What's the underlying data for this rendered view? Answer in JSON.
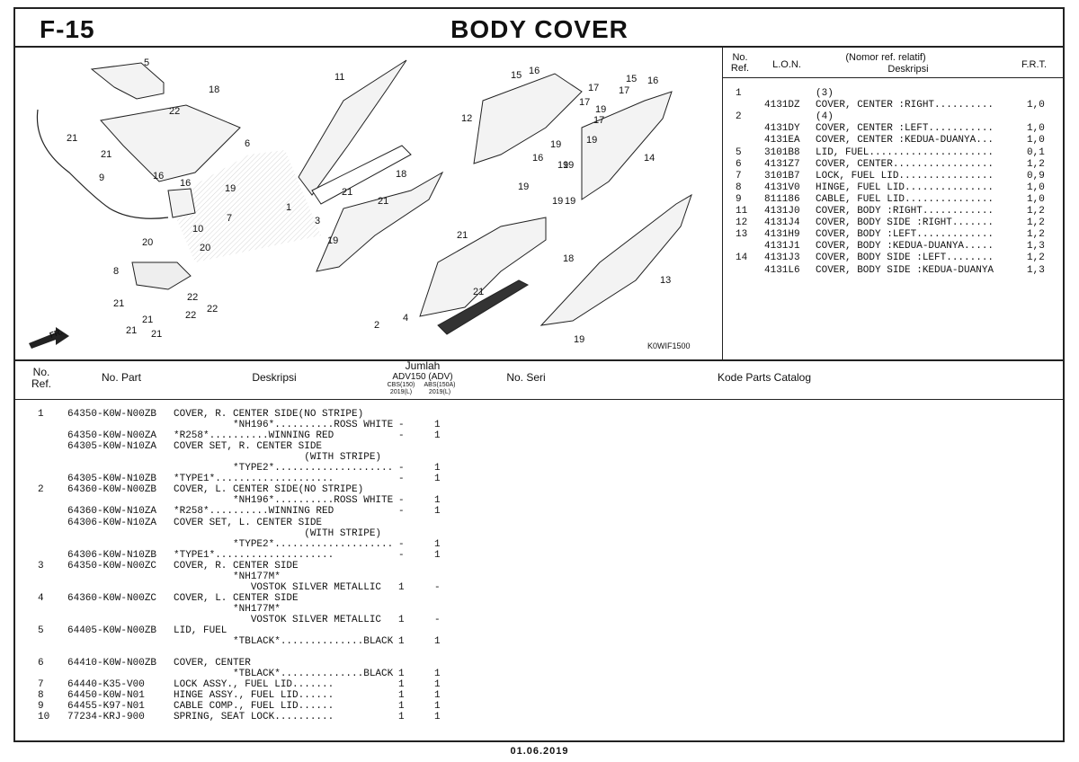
{
  "header": {
    "code": "F-15",
    "title": "BODY COVER"
  },
  "diagram": {
    "code": "K0WIF1500",
    "fr_label": "FR.",
    "callouts": [
      "5",
      "18",
      "22",
      "21",
      "6",
      "21",
      "16",
      "16",
      "19",
      "9",
      "7",
      "10",
      "20",
      "20",
      "8",
      "21",
      "21",
      "22",
      "22",
      "22",
      "21",
      "21",
      "11",
      "1",
      "3",
      "19",
      "18",
      "21",
      "21",
      "2",
      "4",
      "15",
      "16",
      "17",
      "17",
      "12",
      "19",
      "19",
      "16",
      "19",
      "19",
      "18",
      "21",
      "21",
      "15",
      "16",
      "17",
      "19",
      "17",
      "14",
      "19",
      "19",
      "19",
      "13",
      "19"
    ]
  },
  "lon_table": {
    "headers": {
      "no_ref": "No. Ref.",
      "lon": "L.O.N.",
      "desc_top": "(Nomor ref. relatif)",
      "desc": "Deskripsi",
      "frt": "F.R.T."
    },
    "rows": [
      {
        "ref": "1",
        "lon": "",
        "desc": "(3)",
        "frt": ""
      },
      {
        "ref": "",
        "lon": "4131DZ",
        "desc": "COVER, CENTER :RIGHT..........",
        "frt": "1,0"
      },
      {
        "ref": "2",
        "lon": "",
        "desc": "(4)",
        "frt": ""
      },
      {
        "ref": "",
        "lon": "4131DY",
        "desc": "COVER, CENTER :LEFT...........",
        "frt": "1,0"
      },
      {
        "ref": "",
        "lon": "4131EA",
        "desc": "COVER, CENTER :KEDUA-DUANYA...",
        "frt": "1,0"
      },
      {
        "ref": "5",
        "lon": "3101B8",
        "desc": "LID, FUEL.....................",
        "frt": "0,1"
      },
      {
        "ref": "6",
        "lon": "4131Z7",
        "desc": "COVER, CENTER.................",
        "frt": "1,2"
      },
      {
        "ref": "7",
        "lon": "3101B7",
        "desc": "LOCK, FUEL LID................",
        "frt": "0,9"
      },
      {
        "ref": "8",
        "lon": "4131V0",
        "desc": "HINGE, FUEL LID...............",
        "frt": "1,0"
      },
      {
        "ref": "9",
        "lon": "811186",
        "desc": "CABLE, FUEL LID...............",
        "frt": "1,0"
      },
      {
        "ref": "11",
        "lon": "4131J0",
        "desc": "COVER, BODY :RIGHT............",
        "frt": "1,2"
      },
      {
        "ref": "12",
        "lon": "4131J4",
        "desc": "COVER, BODY SIDE :RIGHT.......",
        "frt": "1,2"
      },
      {
        "ref": "13",
        "lon": "4131H9",
        "desc": "COVER, BODY :LEFT.............",
        "frt": "1,2"
      },
      {
        "ref": "",
        "lon": "4131J1",
        "desc": "COVER, BODY :KEDUA-DUANYA.....",
        "frt": "1,3"
      },
      {
        "ref": "14",
        "lon": "4131J3",
        "desc": "COVER, BODY SIDE :LEFT........",
        "frt": "1,2"
      },
      {
        "ref": "",
        "lon": "4131L6",
        "desc": "COVER, BODY SIDE :KEDUA-DUANYA",
        "frt": "1,3"
      }
    ]
  },
  "parts_table": {
    "headers": {
      "no_ref": "No. Ref.",
      "no_part": "No. Part",
      "desc": "Deskripsi",
      "jumlah": "Jumlah",
      "adv": "ADV150 (ADV)",
      "col_a": "CBS(150) 2019(L)",
      "col_b": "ABS(150A) 2019(L)",
      "no_seri": "No. Seri",
      "kode": "Kode Parts Catalog"
    },
    "rows": [
      {
        "ref": "1",
        "part": "64350-K0W-N00ZB",
        "desc": "COVER, R. CENTER SIDE(NO STRIPE)",
        "a": "",
        "b": ""
      },
      {
        "ref": "",
        "part": "",
        "desc": "          *NH196*..........ROSS WHITE",
        "a": "-",
        "b": "1"
      },
      {
        "ref": "",
        "part": "64350-K0W-N00ZA",
        "desc": "*R258*..........WINNING RED",
        "a": "-",
        "b": "1"
      },
      {
        "ref": "",
        "part": "64305-K0W-N10ZA",
        "desc": "COVER SET, R. CENTER SIDE",
        "a": "",
        "b": ""
      },
      {
        "ref": "",
        "part": "",
        "desc": "                      (WITH STRIPE)",
        "a": "",
        "b": ""
      },
      {
        "ref": "",
        "part": "",
        "desc": "          *TYPE2*....................",
        "a": "-",
        "b": "1"
      },
      {
        "ref": "",
        "part": "64305-K0W-N10ZB",
        "desc": "*TYPE1*....................",
        "a": "-",
        "b": "1"
      },
      {
        "ref": "2",
        "part": "64360-K0W-N00ZB",
        "desc": "COVER, L. CENTER SIDE(NO STRIPE)",
        "a": "",
        "b": ""
      },
      {
        "ref": "",
        "part": "",
        "desc": "          *NH196*..........ROSS WHITE",
        "a": "-",
        "b": "1"
      },
      {
        "ref": "",
        "part": "64360-K0W-N10ZA",
        "desc": "*R258*..........WINNING RED",
        "a": "-",
        "b": "1"
      },
      {
        "ref": "",
        "part": "64306-K0W-N10ZA",
        "desc": "COVER SET, L. CENTER SIDE",
        "a": "",
        "b": ""
      },
      {
        "ref": "",
        "part": "",
        "desc": "                      (WITH STRIPE)",
        "a": "",
        "b": ""
      },
      {
        "ref": "",
        "part": "",
        "desc": "          *TYPE2*....................",
        "a": "-",
        "b": "1"
      },
      {
        "ref": "",
        "part": "64306-K0W-N10ZB",
        "desc": "*TYPE1*....................",
        "a": "-",
        "b": "1"
      },
      {
        "ref": "3",
        "part": "64350-K0W-N00ZC",
        "desc": "COVER, R. CENTER SIDE",
        "a": "",
        "b": ""
      },
      {
        "ref": "",
        "part": "",
        "desc": "          *NH177M*",
        "a": "",
        "b": ""
      },
      {
        "ref": "",
        "part": "",
        "desc": "             VOSTOK SILVER METALLIC",
        "a": "1",
        "b": "-"
      },
      {
        "ref": "4",
        "part": "64360-K0W-N00ZC",
        "desc": "COVER, L. CENTER SIDE",
        "a": "",
        "b": ""
      },
      {
        "ref": "",
        "part": "",
        "desc": "          *NH177M*",
        "a": "",
        "b": ""
      },
      {
        "ref": "",
        "part": "",
        "desc": "             VOSTOK SILVER METALLIC",
        "a": "1",
        "b": "-"
      },
      {
        "ref": "5",
        "part": "64405-K0W-N00ZB",
        "desc": "LID, FUEL",
        "a": "",
        "b": ""
      },
      {
        "ref": "",
        "part": "",
        "desc": "          *TBLACK*..............BLACK",
        "a": "1",
        "b": "1"
      },
      {
        "ref": "",
        "part": "",
        "desc": "",
        "a": "",
        "b": ""
      },
      {
        "ref": "6",
        "part": "64410-K0W-N00ZB",
        "desc": "COVER, CENTER",
        "a": "",
        "b": ""
      },
      {
        "ref": "",
        "part": "",
        "desc": "          *TBLACK*..............BLACK",
        "a": "1",
        "b": "1"
      },
      {
        "ref": "7",
        "part": "64440-K35-V00",
        "desc": "LOCK ASSY., FUEL LID.......",
        "a": "1",
        "b": "1"
      },
      {
        "ref": "8",
        "part": "64450-K0W-N01",
        "desc": "HINGE ASSY., FUEL LID......",
        "a": "1",
        "b": "1"
      },
      {
        "ref": "9",
        "part": "64455-K97-N01",
        "desc": "CABLE COMP., FUEL LID......",
        "a": "1",
        "b": "1"
      },
      {
        "ref": "10",
        "part": "77234-KRJ-900",
        "desc": "SPRING, SEAT LOCK..........",
        "a": "1",
        "b": "1"
      }
    ]
  },
  "footer": {
    "date": "01.06.2019"
  },
  "colors": {
    "line": "#222222",
    "part_fill": "#f3f3f3",
    "hatch": "#bbbbbb"
  }
}
